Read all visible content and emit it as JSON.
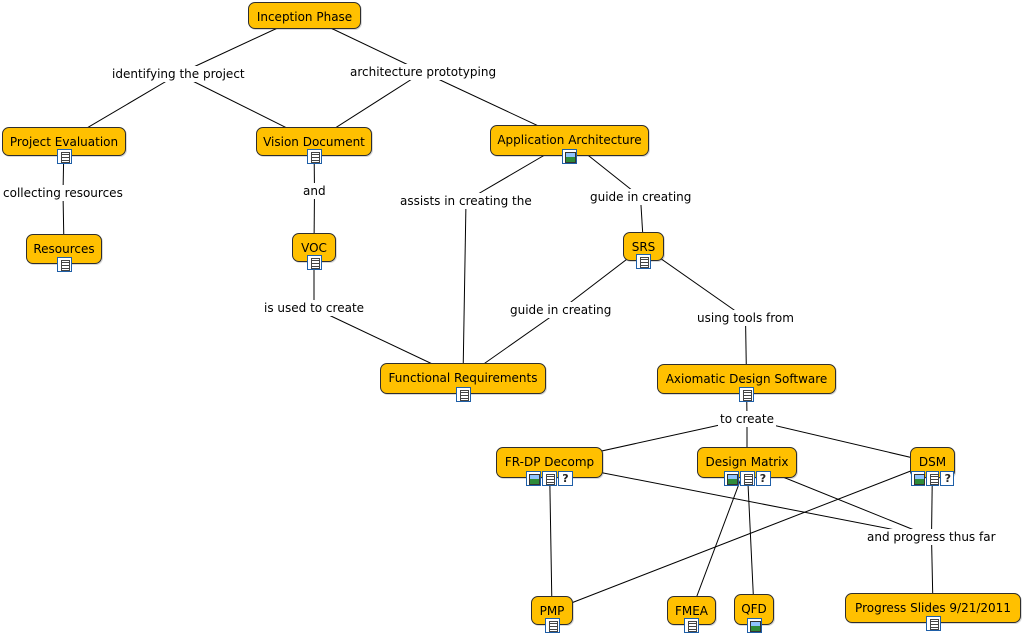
{
  "nodes": [
    {
      "id": "inception",
      "label": "Inception Phase",
      "icons": []
    },
    {
      "id": "project_eval",
      "label": "Project Evaluation",
      "icons": [
        "doc"
      ]
    },
    {
      "id": "vision",
      "label": "Vision Document",
      "icons": [
        "doc"
      ]
    },
    {
      "id": "app_arch",
      "label": "Application Architecture",
      "icons": [
        "img"
      ]
    },
    {
      "id": "resources",
      "label": "Resources",
      "icons": [
        "doc"
      ]
    },
    {
      "id": "voc",
      "label": "VOC",
      "icons": [
        "doc"
      ]
    },
    {
      "id": "srs",
      "label": "SRS",
      "icons": [
        "doc"
      ]
    },
    {
      "id": "func_req",
      "label": "Functional Requirements",
      "icons": [
        "doc"
      ]
    },
    {
      "id": "axiomatic",
      "label": "Axiomatic Design Software",
      "icons": [
        "doc"
      ]
    },
    {
      "id": "frdp",
      "label": "FR-DP Decomp",
      "icons": [
        "img",
        "doc",
        "help"
      ]
    },
    {
      "id": "design_matrix",
      "label": "Design Matrix",
      "icons": [
        "img",
        "doc",
        "help"
      ]
    },
    {
      "id": "dsm",
      "label": "DSM",
      "icons": [
        "img",
        "doc",
        "help"
      ]
    },
    {
      "id": "pmp",
      "label": "PMP",
      "icons": [
        "doc"
      ]
    },
    {
      "id": "fmea",
      "label": "FMEA",
      "icons": [
        "doc"
      ]
    },
    {
      "id": "qfd",
      "label": "QFD",
      "icons": [
        "img"
      ]
    },
    {
      "id": "progress",
      "label": "Progress Slides 9/21/2011",
      "icons": [
        "doc"
      ]
    }
  ],
  "link_labels": [
    {
      "id": "identifying",
      "text": "identifying the project"
    },
    {
      "id": "arch_proto",
      "text": "architecture prototyping"
    },
    {
      "id": "collecting",
      "text": "collecting resources"
    },
    {
      "id": "and",
      "text": "and"
    },
    {
      "id": "assists",
      "text": "assists in creating the"
    },
    {
      "id": "guide1",
      "text": "guide in creating"
    },
    {
      "id": "used_to_create",
      "text": "is used to create"
    },
    {
      "id": "guide2",
      "text": "guide in creating"
    },
    {
      "id": "using_tools",
      "text": "using tools from"
    },
    {
      "id": "to_create",
      "text": "to create"
    },
    {
      "id": "progress_thus_far",
      "text": "and progress thus far"
    }
  ],
  "connections": [
    [
      "inception",
      "identifying"
    ],
    [
      "identifying",
      "project_eval"
    ],
    [
      "identifying",
      "vision"
    ],
    [
      "inception",
      "arch_proto"
    ],
    [
      "arch_proto",
      "vision"
    ],
    [
      "arch_proto",
      "app_arch"
    ],
    [
      "project_eval",
      "collecting"
    ],
    [
      "collecting",
      "resources"
    ],
    [
      "vision",
      "and"
    ],
    [
      "and",
      "voc"
    ],
    [
      "voc",
      "used_to_create"
    ],
    [
      "used_to_create",
      "func_req"
    ],
    [
      "app_arch",
      "assists"
    ],
    [
      "assists",
      "func_req"
    ],
    [
      "app_arch",
      "guide1"
    ],
    [
      "guide1",
      "srs"
    ],
    [
      "srs",
      "guide2"
    ],
    [
      "guide2",
      "func_req"
    ],
    [
      "srs",
      "using_tools"
    ],
    [
      "using_tools",
      "axiomatic"
    ],
    [
      "axiomatic",
      "to_create"
    ],
    [
      "to_create",
      "frdp"
    ],
    [
      "to_create",
      "design_matrix"
    ],
    [
      "to_create",
      "dsm"
    ],
    [
      "frdp",
      "progress_thus_far"
    ],
    [
      "design_matrix",
      "progress_thus_far"
    ],
    [
      "dsm",
      "progress_thus_far"
    ],
    [
      "progress_thus_far",
      "progress"
    ],
    [
      "frdp",
      "pmp"
    ],
    [
      "dsm",
      "pmp"
    ],
    [
      "design_matrix",
      "fmea"
    ],
    [
      "design_matrix",
      "qfd"
    ]
  ]
}
